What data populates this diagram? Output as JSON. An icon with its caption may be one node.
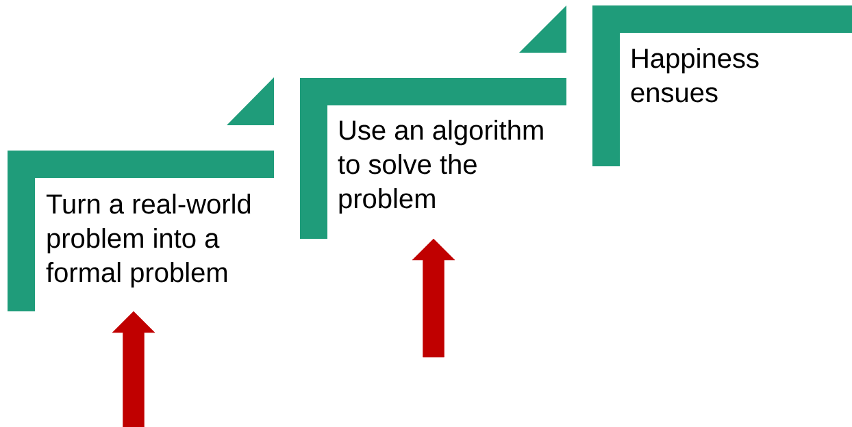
{
  "diagram": {
    "nodes": [
      {
        "text": [
          "Turn a real-world problem into a formal problem"
        ]
      },
      {
        "text": [
          "Use an algorithm to solve the problem"
        ]
      },
      {
        "text": [
          "Happiness ensues"
        ]
      }
    ],
    "edges": [
      {
        "from": null,
        "to": 0,
        "arrow": "to"
      },
      {
        "from": null,
        "to": 1,
        "arrow": "to"
      }
    ]
  }
}
